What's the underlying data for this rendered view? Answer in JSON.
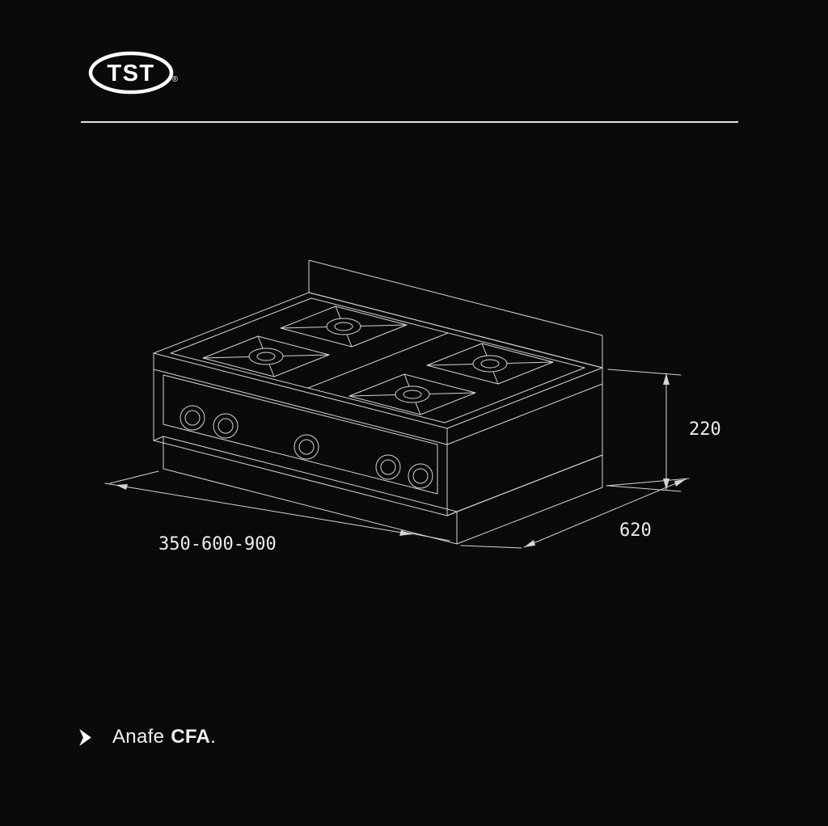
{
  "colors": {
    "background": "#0a0a0a",
    "line_color": "#d4d4d4",
    "text_color": "#f0f0f0"
  },
  "brand": {
    "name": "TST",
    "registered_symbol": "®"
  },
  "drawing": {
    "dimension_labels": {
      "height": "220",
      "depth": "620",
      "width": "350-600-900"
    }
  },
  "caption": {
    "prefix": "Anafe",
    "model": "CFA",
    "period": "."
  }
}
